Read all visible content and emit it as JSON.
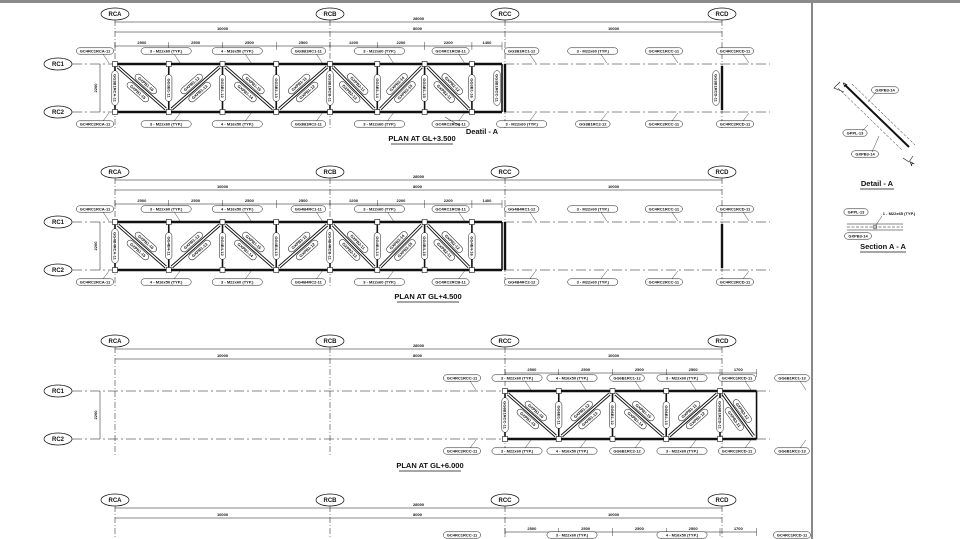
{
  "grids": [
    "RCA",
    "RCB",
    "RCC",
    "RCD"
  ],
  "rows": [
    "RC1",
    "RC2"
  ],
  "row_spacing": "2200",
  "total_dim": "28000",
  "segment_dims": [
    "10000",
    "8000",
    "10000"
  ],
  "plans": [
    {
      "title": "PLAN AT GL+3.500",
      "brace_from": "RCA",
      "bays": [
        {
          "span": "2500",
          "dir": "\\",
          "post": "GG3B1RCA-11",
          "braces": [
            "GXPB1-15",
            "GXPB1-16"
          ]
        },
        {
          "span": "2500",
          "dir": "/",
          "post": "GG3B1-11",
          "braces": [
            "GXPB1-12",
            "GXPB1-13"
          ]
        },
        {
          "span": "2500",
          "dir": "\\",
          "post": "GG3B1-12",
          "braces": [
            "GXPB1-14",
            "GXPB1-15"
          ]
        },
        {
          "span": "2500",
          "dir": "/",
          "post": "GG3B1-13",
          "braces": [
            "GXPB1-11",
            "GXPB1-12"
          ]
        },
        {
          "span": "2200",
          "dir": "\\",
          "post": "GG3B1RCB-11",
          "braces": [
            "GXPB2-13",
            "GXPB2-11"
          ]
        },
        {
          "span": "2200",
          "dir": "/",
          "post": "GG3B1-14",
          "braces": [
            "GXPB2-14",
            "GXPB2-15"
          ]
        },
        {
          "span": "2200",
          "dir": "\\",
          "post": "GG3B1-15",
          "braces": [
            "GXPB2-11",
            "GXPB2-12"
          ]
        },
        {
          "span": "1400",
          "dir": "",
          "post": "GG3B1-16",
          "braces": []
        }
      ],
      "end_post": "GG3B1RCC-11",
      "far_post": "GG3B1RCD-11",
      "callouts_top": [
        "GC4RC1RCA-11",
        "3 - M22x60 (TYP.)",
        "4 - M16x50 (TYP.)",
        "GG3B1RC1-11",
        "3 - M22x60 (TYP.)",
        "GC4RC1RCB-11",
        "GG3B1RC1-12",
        "3 - M22x60 (TYP.)",
        "GC4RC1RCC-11",
        "GC4RC1RCD-11"
      ],
      "callouts_bottom": [
        "GC4RC2RCA-11",
        "3 - M22x60 (TYP.)",
        "4 - M16x50 (TYP.)",
        "GG3B1RC2-11",
        "3 - M22x60 (TYP.)",
        "GC4RC2RCB-11",
        "3 - M22x60 (TYP.)",
        "GG3B1RC2-12",
        "GC4RC2RCC-11",
        "GC4RC2RCD-11"
      ],
      "detail_label": "Deatil - A"
    },
    {
      "title": "PLAN AT GL+4.500",
      "brace_from": "RCA",
      "bays": [
        {
          "span": "2500",
          "dir": "\\",
          "post": "GG4B4RCA-11",
          "braces": [
            "GXPB1-15",
            "GXPB1-16"
          ]
        },
        {
          "span": "2500",
          "dir": "/",
          "post": "GG4B4-11",
          "braces": [
            "GXPB1-12",
            "GXPB1-13"
          ]
        },
        {
          "span": "2500",
          "dir": "\\",
          "post": "GG4B4-12",
          "braces": [
            "GXPB1-14",
            "GXPB1-15"
          ]
        },
        {
          "span": "2500",
          "dir": "/",
          "post": "GG4B4-13",
          "braces": [
            "GXPB1-11",
            "GXPB1-12"
          ]
        },
        {
          "span": "2200",
          "dir": "\\",
          "post": "GG4B4RCB-11",
          "braces": [
            "GXPB2-13",
            "GXPB2-11"
          ]
        },
        {
          "span": "2200",
          "dir": "/",
          "post": "GG4B4-14",
          "braces": [
            "GXPB2-14",
            "GXPB2-15"
          ]
        },
        {
          "span": "2200",
          "dir": "\\",
          "post": "GG4B4-15",
          "braces": [
            "GXPB2-11",
            "GXPB2-12"
          ]
        },
        {
          "span": "1400",
          "dir": "",
          "post": "GG4B4-16",
          "braces": []
        }
      ],
      "end_post": "",
      "far_post": "",
      "callouts_top": [
        "GC4RC1RCA-11",
        "3 - M22x60 (TYP.)",
        "4 - M16x50 (TYP.)",
        "GG4B4RC1-11",
        "3 - M22x60 (TYP.)",
        "GC4RC1RCB-11",
        "GG4B4RC1-12",
        "3 - M22x60 (TYP.)",
        "GC4RC1RCC-11",
        "GC4RC1RCD-11"
      ],
      "callouts_bottom": [
        "GC4RC2RCA-11",
        "4 - M16x50 (TYP.)",
        "3 - M22x60 (TYP.)",
        "GG4B4RC2-11",
        "3 - M22x60 (TYP.)",
        "GC4RC2RCB-11",
        "GG4B4RC2-12",
        "3 - M22x60 (TYP.)",
        "GC4RC2RCC-11",
        "GC4RC2RCD-11"
      ],
      "detail_label": ""
    },
    {
      "title": "PLAN AT GL+6.000",
      "brace_from": "RCC",
      "bays": [
        {
          "span": "2500",
          "dir": "\\",
          "post": "GG6B1RCC-11",
          "braces": [
            "GXPB1-15",
            "GXPB1-16"
          ]
        },
        {
          "span": "2500",
          "dir": "/",
          "post": "GG6B1-11",
          "braces": [
            "GXPB1-12",
            "GXPB1-13"
          ]
        },
        {
          "span": "2500",
          "dir": "\\",
          "post": "GG6B1-12",
          "braces": [
            "GXPB1-14",
            "GXPB1-15"
          ]
        },
        {
          "span": "2500",
          "dir": "/",
          "post": "GG6B1-13",
          "braces": [
            "GXPB1-11",
            "GXPB1-12"
          ]
        },
        {
          "span": "1700",
          "dir": "\\",
          "post": "GG6B1RCD-11",
          "braces": [
            "GXPB3-11",
            "GXPB3-12"
          ]
        }
      ],
      "end_post": "",
      "far_post": "",
      "callouts_top": [
        "GC4RC1RCC-11",
        "3 - M22x60 (TYP.)",
        "4 - M16x50 (TYP.)",
        "GG6B1RC1-12",
        "3 - M22x60 (TYP.)",
        "GC4RC1RCD-11",
        "GG6B1RC1-13"
      ],
      "callouts_bottom": [
        "GC4RC2RCC-11",
        "3 - M22x60 (TYP.)",
        "4 - M16x50 (TYP.)",
        "GG6B1RC2-12",
        "3 - M22x60 (TYP.)",
        "GC4RC2RCD-11",
        "GG6B1RC2-13"
      ],
      "detail_label": ""
    },
    {
      "title": "",
      "brace_from": "RCC",
      "bays": [
        {
          "span": "2500",
          "dir": "\\",
          "post": "",
          "braces": []
        },
        {
          "span": "2500",
          "dir": "/",
          "post": "",
          "braces": []
        },
        {
          "span": "2500",
          "dir": "\\",
          "post": "",
          "braces": []
        },
        {
          "span": "2500",
          "dir": "/",
          "post": "",
          "braces": []
        },
        {
          "span": "1700",
          "dir": "\\",
          "post": "",
          "braces": []
        }
      ],
      "end_post": "",
      "far_post": "",
      "callouts_top": [
        "GC4RC1RCC-11",
        "3 - M22x60 (TYP.)",
        "4 - M16x50 (TYP.)",
        "GC4RC1RCD-11"
      ],
      "callouts_bottom": [],
      "detail_label": ""
    }
  ],
  "detail": {
    "title": "Detail - A",
    "tags": [
      "GXPB3-14",
      "GPPL-13",
      "GXPB3-14"
    ],
    "section_marker": "A"
  },
  "section": {
    "title": "Section  A - A",
    "tags": [
      "GPPL-13",
      "GXPB3-14"
    ],
    "bolt_note": "1 - M22x65 (TYP.)"
  }
}
